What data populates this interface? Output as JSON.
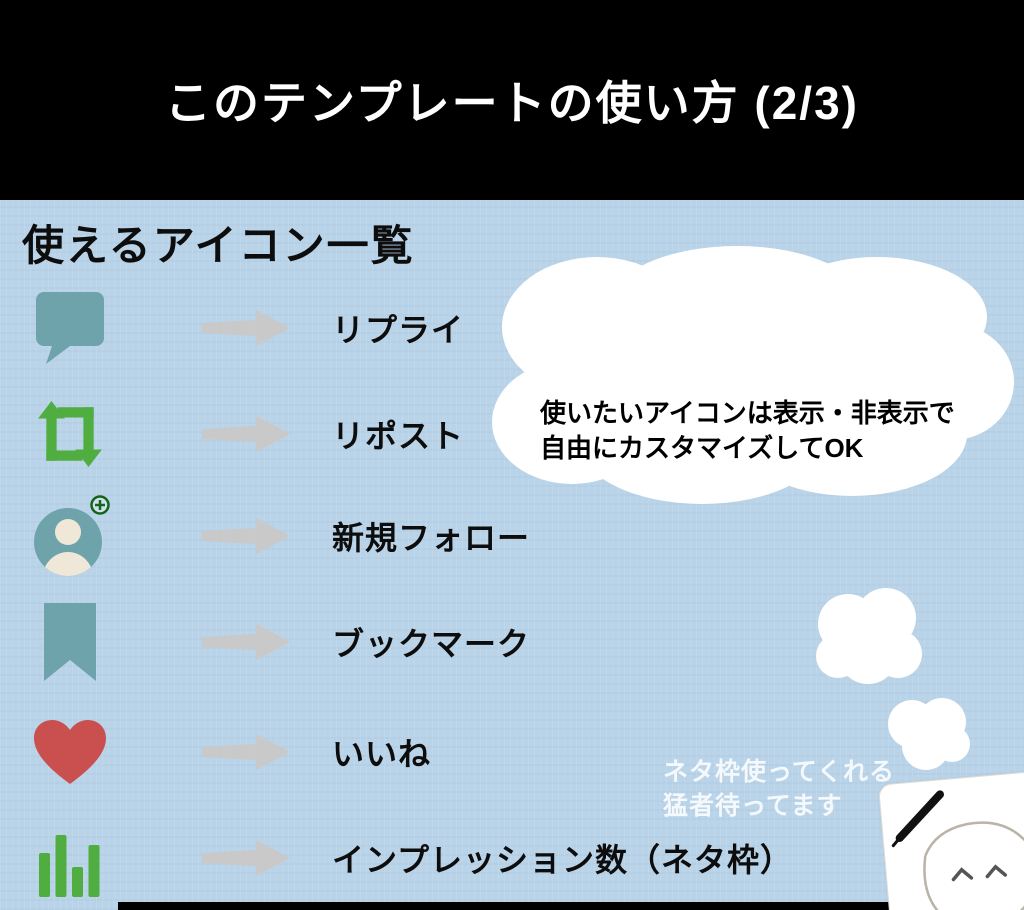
{
  "header": {
    "title": "このテンプレートの使い方 (2/3)"
  },
  "section": {
    "title": "使えるアイコン一覧"
  },
  "rows": [
    {
      "icon": "reply-icon",
      "label": "リプライ"
    },
    {
      "icon": "repost-icon",
      "label": "リポスト"
    },
    {
      "icon": "new-follow-icon",
      "label": "新規フォロー"
    },
    {
      "icon": "bookmark-icon",
      "label": "ブックマーク"
    },
    {
      "icon": "like-icon",
      "label": "いいね"
    },
    {
      "icon": "impressions-icon",
      "label": "インプレッション数（ネタ枠）"
    }
  ],
  "bubble": {
    "line1": "使いたいアイコンは表示・非表示で",
    "line2": "自由にカスタマイズしてOK"
  },
  "watermark": {
    "line1": "ネタ枠使ってくれる",
    "line2": "猛者待ってます"
  },
  "colors": {
    "background": "#b9d3e8",
    "header_bg": "#000000",
    "teal": "#6fa3ab",
    "green": "#4fae3f",
    "red": "#c9504e",
    "arrow_gray": "#c9c9c9"
  }
}
